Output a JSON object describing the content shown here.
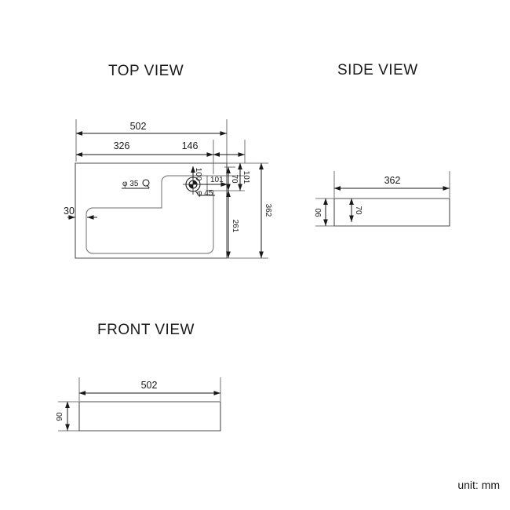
{
  "sheet": {
    "unit_note": "unit: mm",
    "background": "#ffffff",
    "line_color": "#4d4d4d",
    "dim_color": "#1a1a1a"
  },
  "views": {
    "top": {
      "title": "TOP VIEW",
      "dimensions": {
        "overall_width": "502",
        "left_segment": "326",
        "right_segment": "146",
        "overall_depth": "362",
        "basin_to_back": "261",
        "hole_from_back": "101",
        "hole_offset": "70",
        "wall_offset": "30",
        "hole_spacing": "100",
        "hole_small_dia": "φ 35",
        "hole_large_dia": "φ 45"
      }
    },
    "side": {
      "title": "SIDE VIEW",
      "dimensions": {
        "depth": "362",
        "height": "90",
        "inner_height": "70"
      }
    },
    "front": {
      "title": "FRONT VIEW",
      "dimensions": {
        "width": "502",
        "height": "90"
      }
    }
  },
  "chart_data": {
    "type": "table",
    "title": "Sink Technical Drawing Dimensions",
    "categories": [
      "TOP VIEW",
      "SIDE VIEW",
      "FRONT VIEW"
    ],
    "series": [
      {
        "name": "TOP VIEW",
        "labels": [
          "502",
          "326",
          "146",
          "362",
          "261",
          "101",
          "70",
          "30",
          "100",
          "φ 35",
          "φ 45"
        ],
        "values": [
          502,
          326,
          146,
          362,
          261,
          101,
          70,
          30,
          100,
          35,
          45
        ]
      },
      {
        "name": "SIDE VIEW",
        "labels": [
          "362",
          "90",
          "70"
        ],
        "values": [
          362,
          90,
          70
        ]
      },
      {
        "name": "FRONT VIEW",
        "labels": [
          "502",
          "90"
        ],
        "values": [
          502,
          90
        ]
      }
    ],
    "unit": "mm"
  }
}
